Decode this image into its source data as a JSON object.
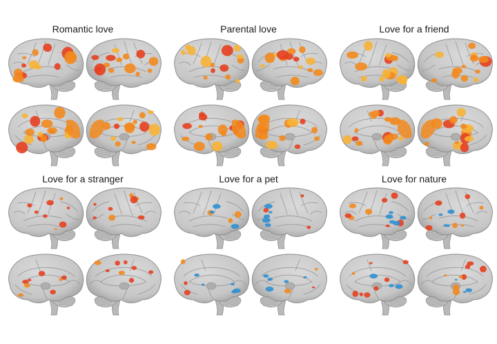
{
  "figure": {
    "panels": [
      {
        "title": "Romantic love",
        "activation": "strong-orange",
        "deactivation": false
      },
      {
        "title": "Parental love",
        "activation": "strong-orange",
        "deactivation": false
      },
      {
        "title": "Love for a friend",
        "activation": "strong-orange",
        "deactivation": false
      },
      {
        "title": "Love for a stranger",
        "activation": "moderate-red",
        "deactivation": false
      },
      {
        "title": "Love for a pet",
        "activation": "sparse-red",
        "deactivation": true
      },
      {
        "title": "Love for nature",
        "activation": "moderate-red",
        "deactivation": true
      }
    ],
    "colors": {
      "background": "#ffffff",
      "cortex": "#c6c6c6",
      "cortex_shadow": "#9d9d9d",
      "sulcus": "#8c8c8c",
      "activation_red": "#e5401f",
      "activation_orange": "#f28a1e",
      "activation_yellow": "#f7b236",
      "deactivation_blue": "#2f8fd0"
    }
  }
}
